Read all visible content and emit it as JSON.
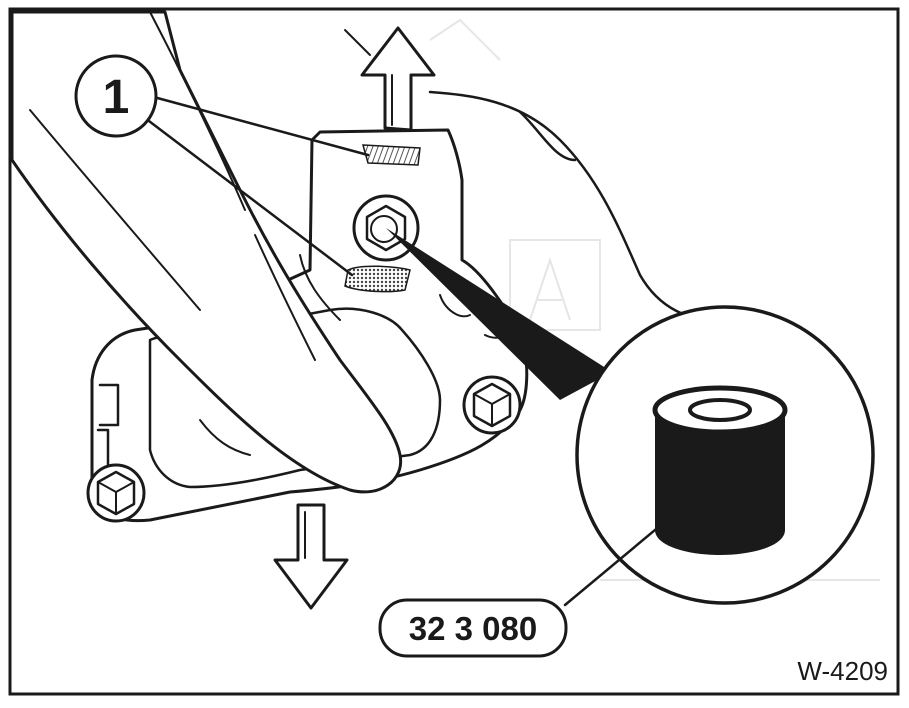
{
  "figure": {
    "callout_number": "1",
    "part_number": "32 3 080",
    "figure_id": "W-4209"
  },
  "colors": {
    "ink": "#1a1a1a",
    "paper": "#ffffff",
    "hatch": "#555555",
    "ghost_background": "#e6e6e6"
  },
  "icons": {
    "pull_up": "arrow-up-icon",
    "pull_down": "arrow-down-icon",
    "special_tool": "sleeve-tool-icon",
    "bolt": "hex-bolt-icon"
  }
}
